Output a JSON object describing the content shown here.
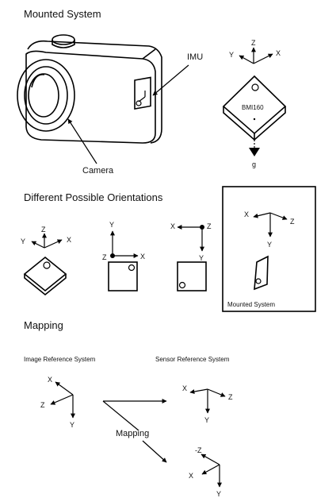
{
  "headings": {
    "mounted_system": "Mounted System",
    "orientations": "Different Possible Orientations",
    "mapping": "Mapping"
  },
  "labels": {
    "imu": "IMU",
    "camera": "Camera",
    "chip": "BMI160",
    "gravity": "g",
    "mounted_box": "Mounted System",
    "image_ref": "Image Reference System",
    "sensor_ref": "Sensor Reference System",
    "mapping_arrow": "Mapping"
  },
  "axes": {
    "x": "X",
    "y": "Y",
    "z": "Z",
    "neg_z": "-Z"
  }
}
